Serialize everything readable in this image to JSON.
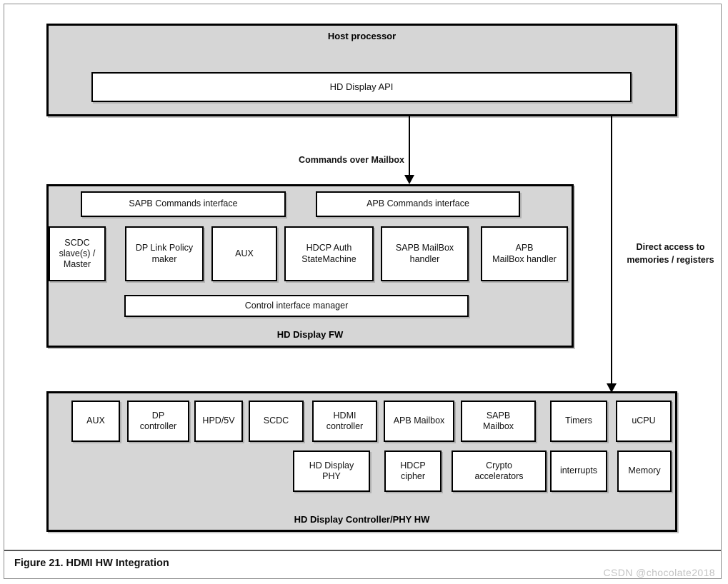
{
  "figure": {
    "caption": "Figure 21.  HDMI HW Integration",
    "watermark": "CSDN @chocolate2018"
  },
  "host": {
    "title": "Host processor",
    "api_box": "HD Display API"
  },
  "arrows": {
    "mailbox": {
      "label": "Commands over Mailbox"
    },
    "direct": {
      "label_line1": "Direct access to",
      "label_line2": "memories / registers"
    }
  },
  "firmware": {
    "title": "HD Display FW",
    "interfaces": [
      {
        "label": "SAPB Commands interface"
      },
      {
        "label": "APB Commands interface"
      }
    ],
    "modules": [
      {
        "label": "SCDC\nslave(s) /\nMaster"
      },
      {
        "label": "DP Link Policy\nmaker"
      },
      {
        "label": "AUX"
      },
      {
        "label": "HDCP Auth\nStateMachine"
      },
      {
        "label": "SAPB MailBox\nhandler"
      },
      {
        "label": "APB\nMailBox handler"
      }
    ],
    "manager": {
      "label": "Control interface manager"
    }
  },
  "hardware": {
    "title": "HD Display Controller/PHY  HW",
    "row1": [
      {
        "label": "AUX"
      },
      {
        "label": "DP\ncontroller"
      },
      {
        "label": "HPD/5V"
      },
      {
        "label": "SCDC"
      },
      {
        "label": "HDMI\ncontroller"
      },
      {
        "label": "APB Mailbox"
      },
      {
        "label": "SAPB\nMailbox"
      },
      {
        "label": "Timers"
      },
      {
        "label": "uCPU"
      }
    ],
    "row2": [
      {
        "label": "HD Display\nPHY"
      },
      {
        "label": "HDCP\ncipher"
      },
      {
        "label": "Crypto\naccelerators"
      },
      {
        "label": "interrupts"
      },
      {
        "label": "Memory"
      }
    ]
  },
  "colors": {
    "group_fill": "#d6d6d6",
    "leaf_fill": "#ffffff",
    "stroke": "#000000",
    "watermark": "#c3c3c3"
  }
}
